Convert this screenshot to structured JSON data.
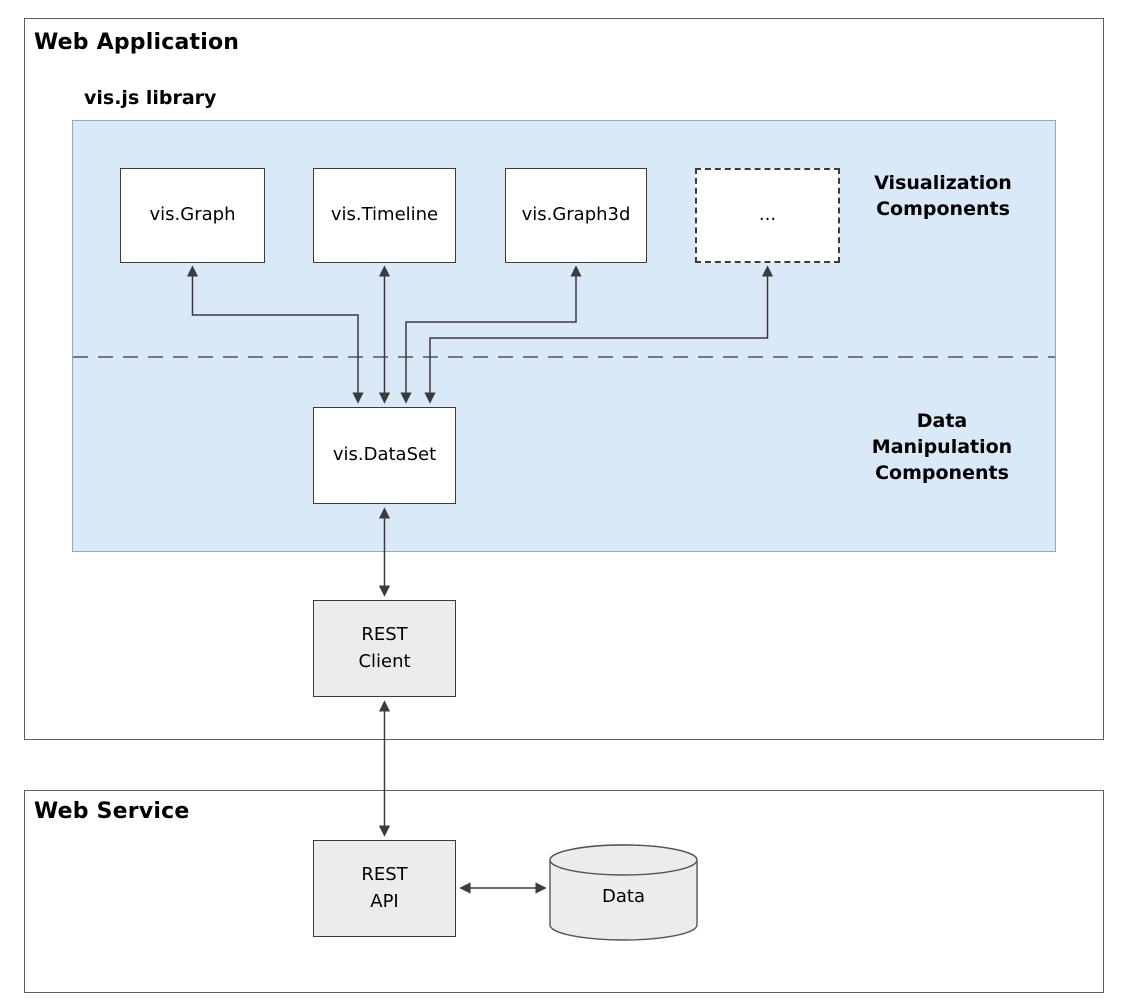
{
  "web_application": {
    "title": "Web Application",
    "library": {
      "title": "vis.js library",
      "components": [
        {
          "label": "vis.Graph"
        },
        {
          "label": "vis.Timeline"
        },
        {
          "label": "vis.Graph3d"
        },
        {
          "label": "..."
        }
      ],
      "visualization_label": "Visualization\nComponents",
      "data_manipulation_label": "Data\nManipulation\nComponents",
      "dataset": "vis.DataSet"
    },
    "rest_client": "REST\nClient"
  },
  "web_service": {
    "title": "Web Service",
    "rest_api": "REST\nAPI",
    "data_store": "Data"
  },
  "colors": {
    "library_fill": "#d9e9f7",
    "node_fill_gray": "#ececec",
    "line": "#3b3b3b"
  }
}
